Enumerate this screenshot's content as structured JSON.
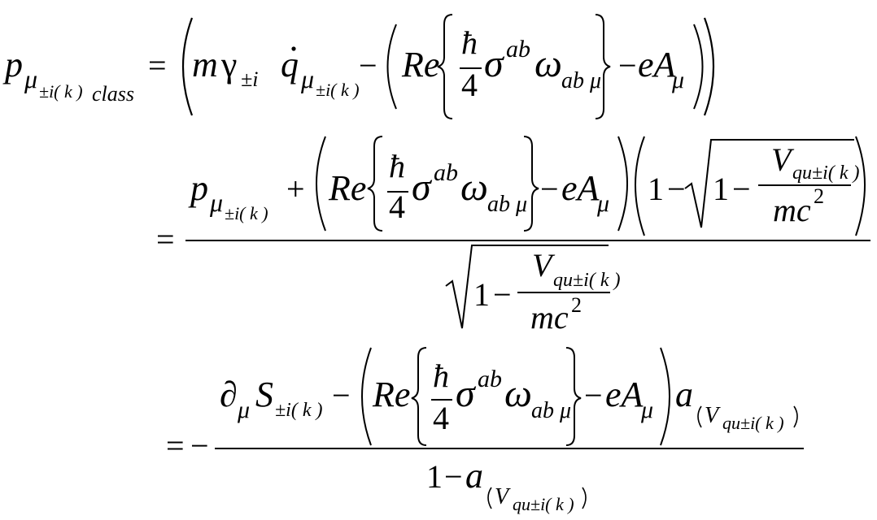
{
  "equation": {
    "lhs": {
      "p": "p",
      "mu": "μ",
      "sub_pm_i_k": "±i( k )",
      "class_sub": "class"
    },
    "line1": {
      "eq": "=",
      "m": "m",
      "gamma": "γ",
      "gamma_sub": "±i",
      "q": "q",
      "mu": "μ",
      "q_sub": "±i( k )",
      "minus": "−",
      "re": "Re",
      "hbar": "ħ",
      "four": "4",
      "sigma": "σ",
      "ab": "ab",
      "omega": "ω",
      "ab_mu": "ab μ",
      "minus2": "−",
      "eA": "eA",
      "mu2": "μ"
    },
    "line2": {
      "eq": "=",
      "p": "p",
      "mu": "μ",
      "p_sub": "±i( k )",
      "plus": "+",
      "re": "Re",
      "hbar": "ħ",
      "four": "4",
      "sigma": "σ",
      "ab": "ab",
      "omega": "ω",
      "ab_mu": "ab μ",
      "minus": "−",
      "eA": "eA",
      "mu2": "μ",
      "one": "1",
      "minus_a": "−",
      "one_b": "1",
      "minus_b": "−",
      "V": "V",
      "V_sub": "qu±i( k )",
      "mc": "mc",
      "two": "2",
      "den_one": "1",
      "den_minus": "−",
      "den_V": "V",
      "den_V_sub": "qu±i( k )",
      "den_mc": "mc",
      "den_two": "2"
    },
    "line3": {
      "eq": "=",
      "neg": "−",
      "partial": "∂",
      "mu": "μ",
      "S": "S",
      "S_sub": "±i( k )",
      "minus": "−",
      "re": "Re",
      "hbar": "ħ",
      "four": "4",
      "sigma": "σ",
      "ab": "ab",
      "omega": "ω",
      "ab_mu": "ab μ",
      "minus2": "−",
      "eA": "eA",
      "mu2": "μ",
      "a": "a",
      "a_sub": "V",
      "a_sub_sub": "qu±i( k )",
      "den_one": "1",
      "den_minus": "−",
      "den_a": "a",
      "den_a_sub": "V",
      "den_a_sub_sub": "qu±i( k )"
    }
  }
}
